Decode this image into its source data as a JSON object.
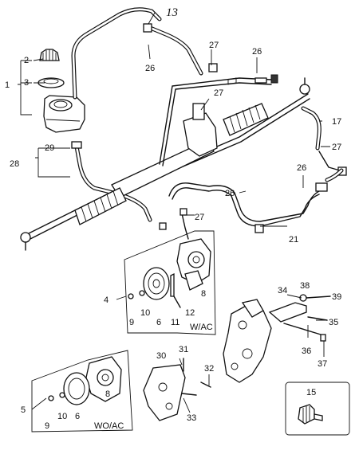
{
  "callouts": {
    "c1": "1",
    "c2": "2",
    "c3": "3",
    "c4": "4",
    "c5": "5",
    "c6a": "6",
    "c6b": "6",
    "c8a": "8",
    "c8b": "8",
    "c9a": "9",
    "c9b": "9",
    "c10a": "10",
    "c10b": "10",
    "c11": "11",
    "c12": "12",
    "c13": "13",
    "c15": "15",
    "c17": "17",
    "c21": "21",
    "c26a": "26",
    "c26b": "26",
    "c26c": "26",
    "c26d": "26",
    "c27a": "27",
    "c27b": "27",
    "c27c": "27",
    "c27d": "27",
    "c28": "28",
    "c29": "29",
    "c30": "30",
    "c31": "31",
    "c32": "32",
    "c33": "33",
    "c34": "34",
    "c35": "35",
    "c36": "36",
    "c37": "37",
    "c38": "38",
    "c39": "39"
  },
  "notes": {
    "with_ac": "W/AC",
    "without_ac": "WO/AC"
  }
}
